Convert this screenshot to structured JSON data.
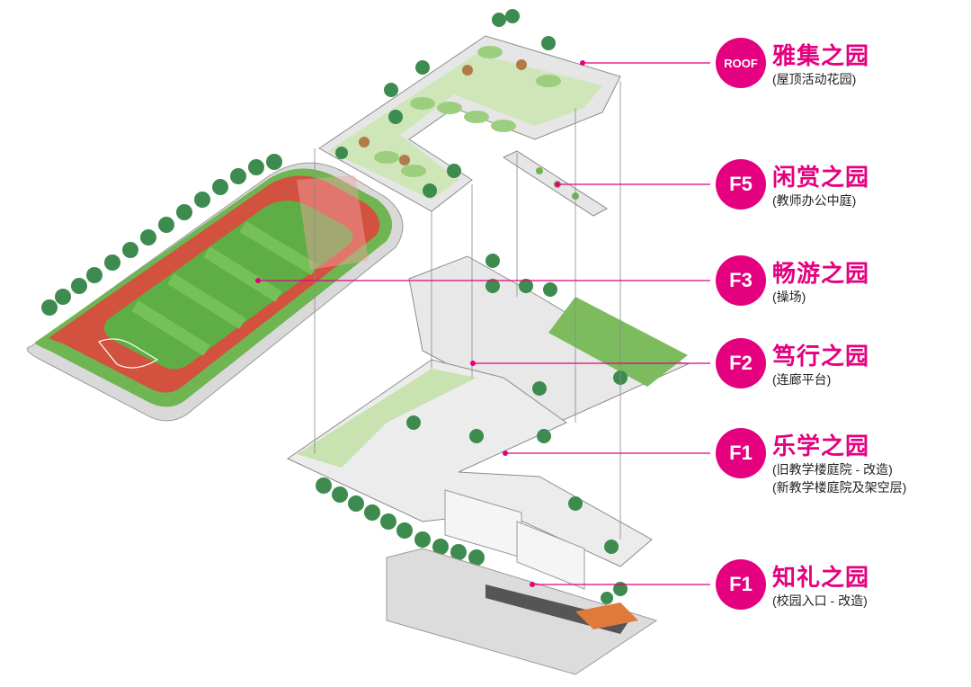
{
  "accent_color": "#e4007f",
  "levels": [
    {
      "badge": "ROOF",
      "title": "雅集之园",
      "subtitles": [
        "(屋顶活动花园)"
      ]
    },
    {
      "badge": "F5",
      "title": "闲赏之园",
      "subtitles": [
        "(教师办公中庭)"
      ]
    },
    {
      "badge": "F3",
      "title": "畅游之园",
      "subtitles": [
        "(操场)"
      ]
    },
    {
      "badge": "F2",
      "title": "笃行之园",
      "subtitles": [
        "(连廊平台)"
      ]
    },
    {
      "badge": "F1",
      "title": "乐学之园",
      "subtitles": [
        "(旧教学楼庭院 - 改造)",
        "(新教学楼庭院及架空层)"
      ]
    },
    {
      "badge": "F1",
      "title": "知礼之园",
      "subtitles": [
        "(校园入口 - 改造)"
      ]
    }
  ]
}
